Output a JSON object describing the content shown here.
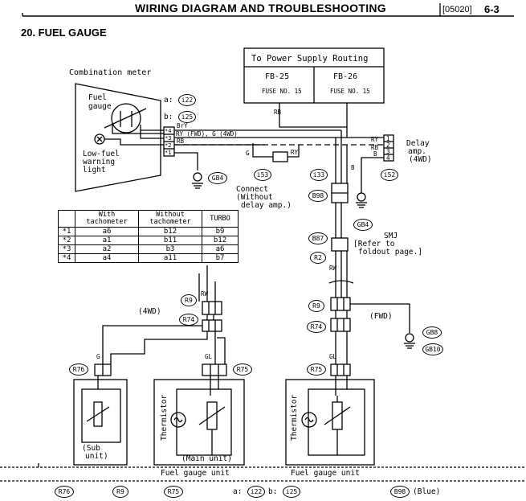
{
  "header": {
    "title": "WIRING DIAGRAM AND TROUBLESHOOTING",
    "code": "[05020]",
    "page": "6-3"
  },
  "section_title": "20. FUEL GAUGE",
  "power_box": {
    "title": "To Power Supply Routing",
    "fuses": [
      {
        "id": "FB-25",
        "label": "FUSE NO. 15"
      },
      {
        "id": "FB-26",
        "label": "FUSE NO. 15"
      }
    ]
  },
  "meter": {
    "title": "Combination meter",
    "fuel_gauge": [
      "Fuel",
      "gauge"
    ],
    "low_fuel_light": [
      "Low-fuel",
      "warning",
      "light"
    ],
    "pins": [
      "*4",
      "*3",
      "*2",
      "*1"
    ],
    "connector_a": "a:",
    "connector_a_id": "i22",
    "connector_b": "b:",
    "connector_b_id": "i25",
    "ground_id": "GB4"
  },
  "wire_colors": {
    "bry": "BrY",
    "ry_main": "RY (FWD), G (4WD)",
    "rb": "RB",
    "g": "G",
    "ry": "RY",
    "rb_power": "RB",
    "b": "B",
    "gl": "GL",
    "rw": "RW",
    "rw_main": "RW",
    "g_sub": "G",
    "gl_sub": "GL"
  },
  "delay_amp": {
    "title": [
      "Delay",
      "amp.",
      "(4WD)"
    ],
    "pins": [
      "1",
      "2",
      "3",
      "4"
    ],
    "pin_wires": [
      "RY",
      "RB",
      "B"
    ]
  },
  "connectors": {
    "i53": "i53",
    "i33": "i33",
    "i52": "i52",
    "B98": "B98",
    "GB4": "GB4",
    "B87": "B87",
    "R2": "R2",
    "R9_4wd": "R9",
    "R74_4wd": "R74",
    "R76": "R76",
    "R75_4wd": "R75",
    "R9_fwd": "R9",
    "R74_fwd": "R74",
    "R75_fwd": "R75",
    "GB8": "GB8",
    "GB10": "GB10"
  },
  "notes": {
    "connect": [
      "Connect",
      "(Without",
      "delay amp.)"
    ],
    "smj": [
      "SMJ",
      "[Refer to",
      "foldout page.]"
    ],
    "label_4wd": "(4WD)",
    "label_fwd": "(FWD)"
  },
  "table": {
    "headers": [
      "",
      "With tachometer",
      "Without tachometer",
      "TURBO"
    ],
    "rows": [
      [
        "*1",
        "a6",
        "b12",
        "b9"
      ],
      [
        "*2",
        "a1",
        "b11",
        "b12"
      ],
      [
        "*3",
        "a2",
        "b3",
        "a6"
      ],
      [
        "*4",
        "a4",
        "a11",
        "b7"
      ]
    ]
  },
  "units": {
    "sub_unit": [
      "(Sub",
      "unit)"
    ],
    "main_unit": "(Main unit)",
    "thermistor": "Thermistor",
    "fuel_gauge_unit_4wd": "Fuel gauge unit",
    "fuel_gauge_unit_fwd": "Fuel gauge unit"
  },
  "footer": {
    "r76": "R76",
    "r9": "R9",
    "r75": "R75",
    "a": "a:",
    "a_id": "i22",
    "b": "b:",
    "b_id": "i25",
    "b98": "B98",
    "b98_note": "(Blue)"
  }
}
